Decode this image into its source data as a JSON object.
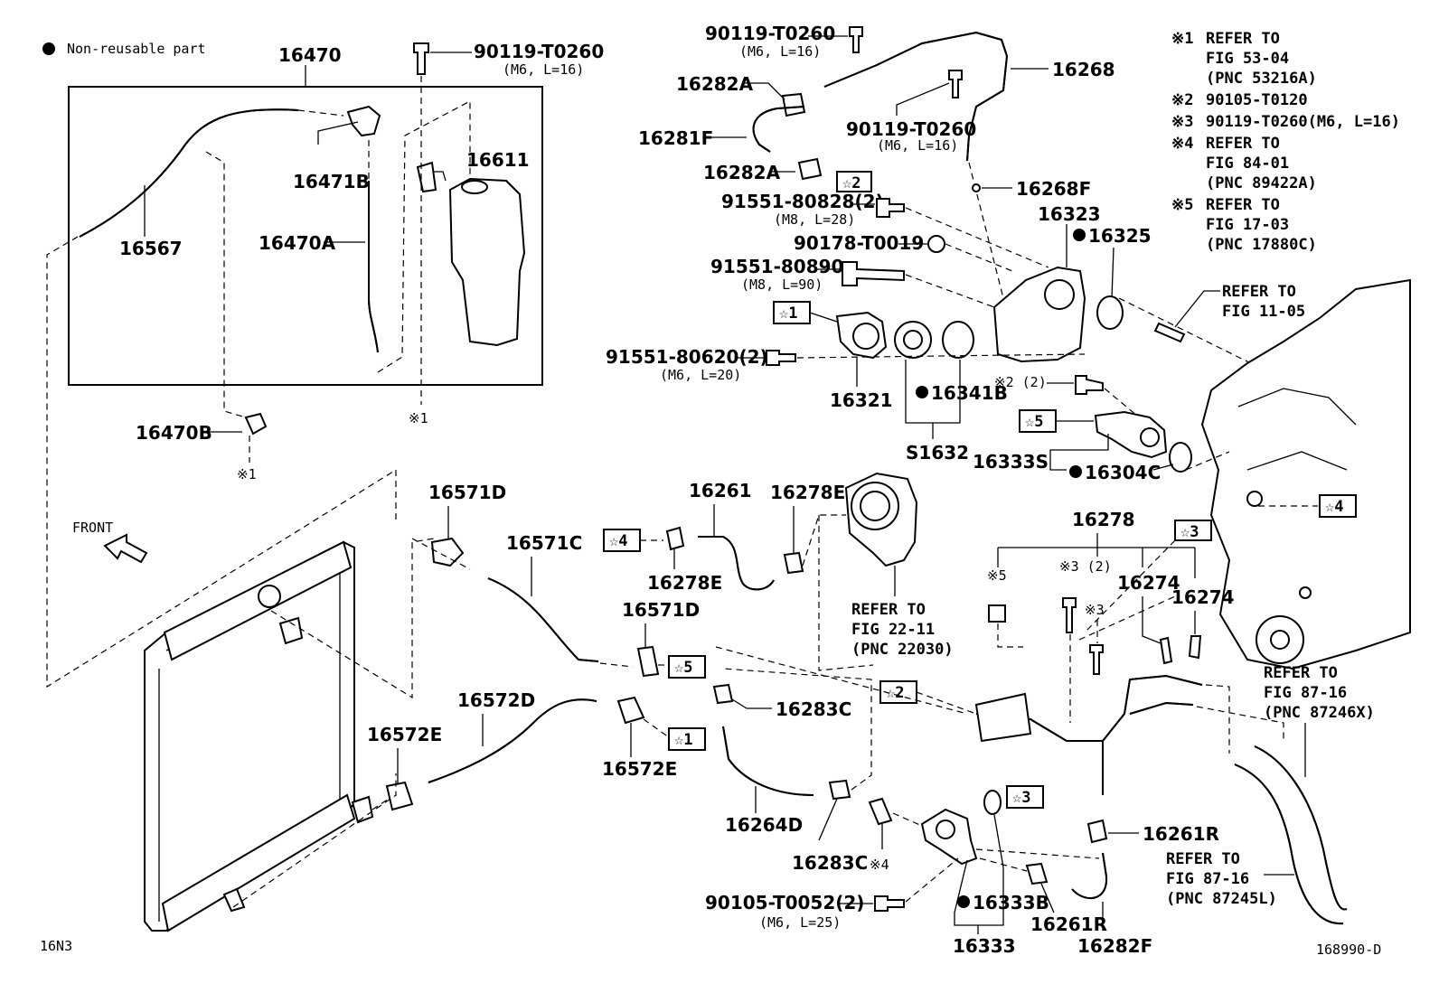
{
  "legend": {
    "non_reusable": "Non-reusable part"
  },
  "labels": {
    "p16470": "16470",
    "p16471B": "16471B",
    "p16470A": "16470A",
    "p16567": "16567",
    "p16611": "16611",
    "p16470B": "16470B",
    "s1_left": "※1",
    "s1_tank": "※1",
    "bolt_top": "90119-T0260",
    "bolt_top_sub": "(M6, L=16)",
    "b_9011_1": "90119-T0260",
    "b_9011_1_sub": "(M6, L=16)",
    "p16282A_1": "16282A",
    "p16281F": "16281F",
    "p16282A_2": "16282A",
    "star2_a": "☆2",
    "b_9011_2": "90119-T0260",
    "b_9011_2_sub": "(M6, L=16)",
    "p16268": "16268",
    "p16268F": "16268F",
    "p16323": "16323",
    "p16325": "16325",
    "b_91551_80828": "91551-80828(2)",
    "b_91551_80828_sub": "(M8, L=28)",
    "b_90178": "90178-T0019",
    "b_91551_80890": "91551-80890",
    "b_91551_80890_sub": "(M8, L=90)",
    "star1_a": "☆1",
    "b_91551_80620": "91551-80620(2)",
    "b_91551_80620_sub": "(M6, L=20)",
    "p16321": "16321",
    "p16341B": "16341B",
    "pS1632": "S1632",
    "s2_2": "※2 (2)",
    "star5_a": "☆5",
    "p16333S": "16333S",
    "p16304C": "16304C",
    "refer_1105_1": "REFER TO",
    "refer_1105_2": "FIG 11-05",
    "front": "FRONT",
    "p16571D_1": "16571D",
    "p16571C": "16571C",
    "p16261": "16261",
    "p16278E_1": "16278E",
    "star4_a": "☆4",
    "p16278E_2": "16278E",
    "refer_2211_1": "REFER TO",
    "refer_2211_2": "FIG 22-11",
    "refer_2211_3": "(PNC 22030)",
    "p16278": "16278",
    "s5": "※5",
    "s3_2": "※3 (2)",
    "p16274_1": "16274",
    "p16274_2": "16274",
    "s3": "※3",
    "star3_a": "☆3",
    "star4_b": "☆4",
    "p16571D_2": "16571D",
    "star5_b": "☆5",
    "p16572D": "16572D",
    "p16283C_1": "16283C",
    "p16572E_1": "16572E",
    "p16572E_2": "16572E",
    "star1_b": "☆1",
    "star2_b": "☆2",
    "p16264D": "16264D",
    "p16283C_2": "16283C",
    "s4": "※4",
    "star3_b": "☆3",
    "p16261R_1": "16261R",
    "p16261R_2": "16261R",
    "p16282F": "16282F",
    "p16333B": "16333B",
    "p16333": "16333",
    "b_90105_T0052": "90105-T0052(2)",
    "b_90105_T0052_sub": "(M6, L=25)",
    "refer_8716a_1": "REFER TO",
    "refer_8716a_2": "FIG 87-16",
    "refer_8716a_3": "(PNC 87246X)",
    "refer_8716b_1": "REFER TO",
    "refer_8716b_2": "FIG 87-16",
    "refer_8716b_3": "(PNC 87245L)",
    "code_left": "16N3",
    "code_right": "168990-D"
  },
  "notes": [
    {
      "mark": "※1",
      "lines": [
        "REFER TO",
        "FIG 53-04",
        "(PNC 53216A)"
      ]
    },
    {
      "mark": "※2",
      "lines": [
        "90105-T0120"
      ]
    },
    {
      "mark": "※3",
      "lines": [
        "90119-T0260(M6, L=16)"
      ]
    },
    {
      "mark": "※4",
      "lines": [
        "REFER TO",
        "FIG 84-01",
        "(PNC 89422A)"
      ]
    },
    {
      "mark": "※5",
      "lines": [
        "REFER TO",
        "FIG 17-03",
        "(PNC 17880C)"
      ]
    }
  ]
}
